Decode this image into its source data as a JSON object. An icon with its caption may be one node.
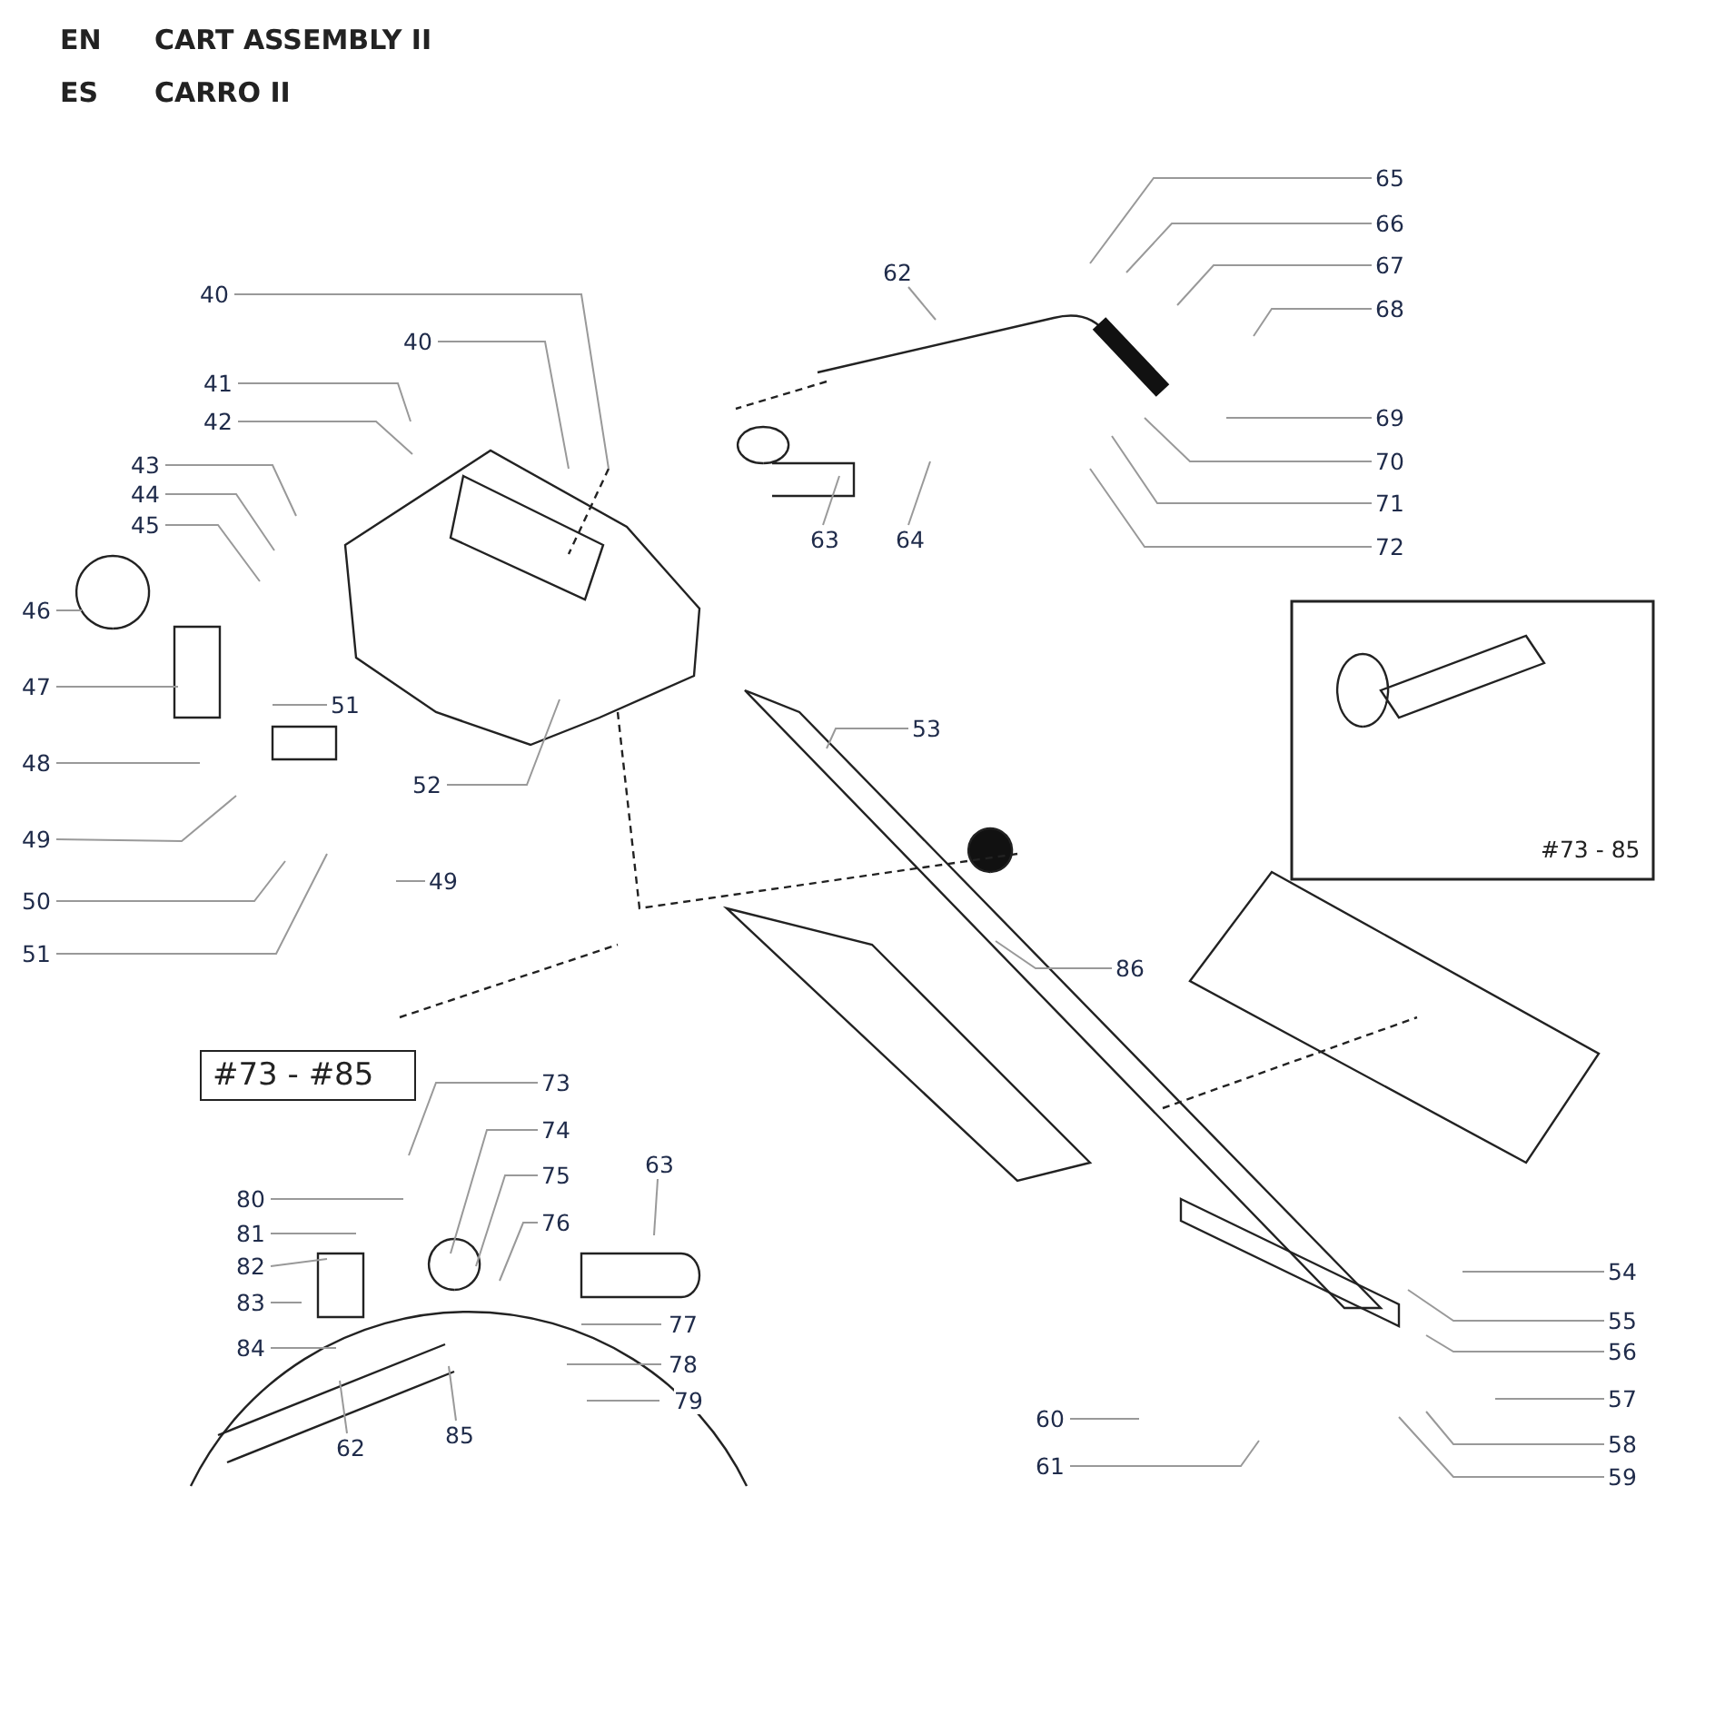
{
  "diagram": {
    "nodes": [
      {
        "text": [
          "40"
        ]
      },
      {
        "text": [
          "40"
        ]
      },
      {
        "text": [
          "41"
        ]
      },
      {
        "text": [
          "42"
        ]
      },
      {
        "text": [
          "43"
        ]
      },
      {
        "text": [
          "44"
        ]
      },
      {
        "text": [
          "45"
        ]
      },
      {
        "text": [
          "46"
        ]
      },
      {
        "text": [
          "47"
        ]
      },
      {
        "text": [
          "51"
        ]
      },
      {
        "text": [
          "48"
        ]
      },
      {
        "text": [
          "49"
        ]
      },
      {
        "text": [
          "50"
        ]
      },
      {
        "text": [
          "51"
        ]
      },
      {
        "text": [
          "52"
        ]
      },
      {
        "text": [
          "49"
        ]
      },
      {
        "text": [
          "62"
        ]
      },
      {
        "text": [
          "63"
        ]
      },
      {
        "text": [
          "64"
        ]
      },
      {
        "text": [
          "65"
        ]
      },
      {
        "text": [
          "66"
        ]
      },
      {
        "text": [
          "67"
        ]
      },
      {
        "text": [
          "68"
        ]
      },
      {
        "text": [
          "69"
        ]
      },
      {
        "text": [
          "70"
        ]
      },
      {
        "text": [
          "71"
        ]
      },
      {
        "text": [
          "72"
        ]
      },
      {
        "text": [
          "53"
        ]
      },
      {
        "text": [
          "86"
        ]
      },
      {
        "text": [
          "73"
        ]
      },
      {
        "text": [
          "74"
        ]
      },
      {
        "text": [
          "75"
        ]
      },
      {
        "text": [
          "76"
        ]
      },
      {
        "text": [
          "63"
        ]
      },
      {
        "text": [
          "80"
        ]
      },
      {
        "text": [
          "81"
        ]
      },
      {
        "text": [
          "82"
        ]
      },
      {
        "text": [
          "83"
        ]
      },
      {
        "text": [
          "84"
        ]
      },
      {
        "text": [
          "77"
        ]
      },
      {
        "text": [
          "78"
        ]
      },
      {
        "text": [
          "79"
        ]
      },
      {
        "text": [
          "62"
        ]
      },
      {
        "text": [
          "85"
        ]
      },
      {
        "text": [
          "54"
        ]
      },
      {
        "text": [
          "55"
        ]
      },
      {
        "text": [
          "56"
        ]
      },
      {
        "text": [
          "57"
        ]
      },
      {
        "text": [
          "58"
        ]
      },
      {
        "text": [
          "59"
        ]
      },
      {
        "text": [
          "60"
        ]
      },
      {
        "text": [
          "61"
        ]
      }
    ],
    "edges": [
      {
        "from": 0,
        "to": null,
        "arrow": "none"
      },
      {
        "from": 1,
        "to": null,
        "arrow": "none"
      },
      {
        "from": 2,
        "to": null,
        "arrow": "none"
      },
      {
        "from": 3,
        "to": null,
        "arrow": "none"
      },
      {
        "from": 4,
        "to": null,
        "arrow": "none"
      },
      {
        "from": 5,
        "to": null,
        "arrow": "none"
      },
      {
        "from": 6,
        "to": null,
        "arrow": "none"
      },
      {
        "from": 7,
        "to": null,
        "arrow": "none"
      },
      {
        "from": 8,
        "to": null,
        "arrow": "none"
      },
      {
        "from": 9,
        "to": null,
        "arrow": "none"
      },
      {
        "from": 10,
        "to": null,
        "arrow": "none"
      },
      {
        "from": 11,
        "to": null,
        "arrow": "none"
      },
      {
        "from": 12,
        "to": null,
        "arrow": "none"
      },
      {
        "from": 13,
        "to": null,
        "arrow": "none"
      },
      {
        "from": 14,
        "to": null,
        "arrow": "none"
      },
      {
        "from": 15,
        "to": null,
        "arrow": "none"
      },
      {
        "from": 16,
        "to": null,
        "arrow": "none"
      },
      {
        "from": 17,
        "to": null,
        "arrow": "none"
      },
      {
        "from": 18,
        "to": null,
        "arrow": "none"
      },
      {
        "from": 19,
        "to": null,
        "arrow": "none"
      },
      {
        "from": 20,
        "to": null,
        "arrow": "none"
      },
      {
        "from": 21,
        "to": null,
        "arrow": "none"
      },
      {
        "from": 22,
        "to": null,
        "arrow": "none"
      },
      {
        "from": 23,
        "to": null,
        "arrow": "none"
      },
      {
        "from": 24,
        "to": null,
        "arrow": "none"
      },
      {
        "from": 25,
        "to": null,
        "arrow": "none"
      },
      {
        "from": 26,
        "to": null,
        "arrow": "none"
      },
      {
        "from": 27,
        "to": null,
        "arrow": "none"
      },
      {
        "from": 28,
        "to": null,
        "arrow": "none"
      },
      {
        "from": 29,
        "to": null,
        "arrow": "none"
      },
      {
        "from": 30,
        "to": null,
        "arrow": "none"
      },
      {
        "from": 31,
        "to": null,
        "arrow": "none"
      },
      {
        "from": 32,
        "to": null,
        "arrow": "none"
      },
      {
        "from": 33,
        "to": null,
        "arrow": "none"
      },
      {
        "from": 34,
        "to": null,
        "arrow": "none"
      },
      {
        "from": 35,
        "to": null,
        "arrow": "none"
      },
      {
        "from": 36,
        "to": null,
        "arrow": "none"
      },
      {
        "from": 37,
        "to": null,
        "arrow": "none"
      },
      {
        "from": 38,
        "to": null,
        "arrow": "none"
      },
      {
        "from": 39,
        "to": null,
        "arrow": "none"
      },
      {
        "from": 40,
        "to": null,
        "arrow": "none"
      },
      {
        "from": 41,
        "to": null,
        "arrow": "none"
      },
      {
        "from": 42,
        "to": null,
        "arrow": "none"
      },
      {
        "from": 43,
        "to": null,
        "arrow": "none"
      },
      {
        "from": 44,
        "to": null,
        "arrow": "none"
      },
      {
        "from": 45,
        "to": null,
        "arrow": "none"
      },
      {
        "from": 46,
        "to": null,
        "arrow": "none"
      },
      {
        "from": 47,
        "to": null,
        "arrow": "none"
      },
      {
        "from": 48,
        "to": null,
        "arrow": "none"
      },
      {
        "from": 49,
        "to": null,
        "arrow": "none"
      },
      {
        "from": 50,
        "to": null,
        "arrow": "none"
      },
      {
        "from": 51,
        "to": null,
        "arrow": "none"
      }
    ],
    "labels": [
      "EN",
      "CART ASSEMBLY II",
      "ES",
      "CARRO II",
      "#73 - 85",
      "#73 - #85"
    ]
  }
}
